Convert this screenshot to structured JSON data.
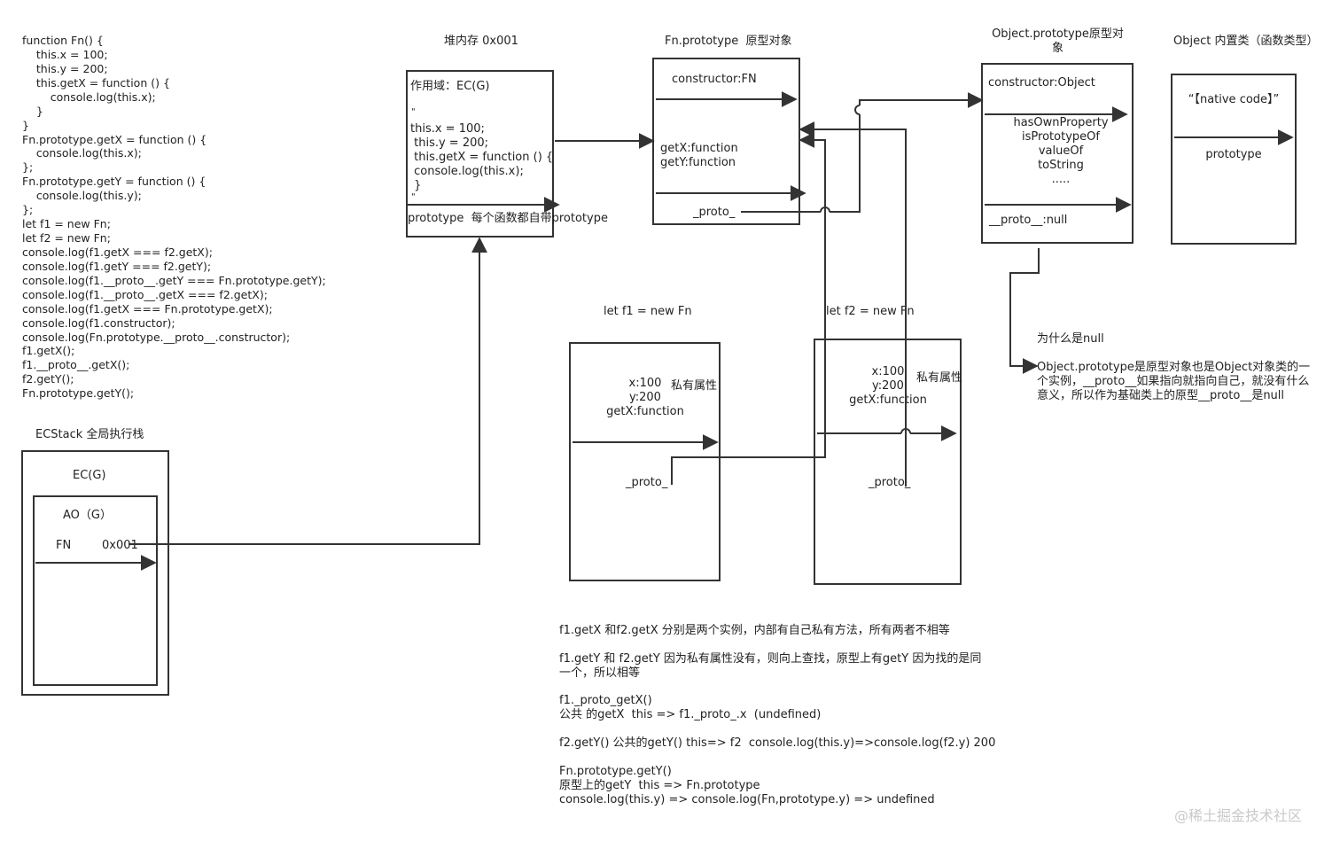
{
  "code_block": {
    "lines": [
      "function Fn() {",
      "    this.x = 100;",
      "    this.y = 200;",
      "    this.getX = function () {",
      "        console.log(this.x);",
      "    }",
      "}",
      "Fn.prototype.getX = function () {",
      "    console.log(this.x);",
      "};",
      "Fn.prototype.getY = function () {",
      "    console.log(this.y);",
      "};",
      "let f1 = new Fn;",
      "let f2 = new Fn;",
      "console.log(f1.getX === f2.getX);",
      "console.log(f1.getY === f2.getY);",
      "console.log(f1.__proto__.getY === Fn.prototype.getY);",
      "console.log(f1.__proto__.getX === f2.getX);",
      "console.log(f1.getX === Fn.prototype.getX);",
      "console.log(f1.constructor);",
      "console.log(Fn.prototype.__proto__.constructor);",
      "f1.getX();",
      "f1.__proto__.getX();",
      "f2.getY();",
      "Fn.prototype.getY();"
    ]
  },
  "ecstack": {
    "title": "ECStack 全局执行栈",
    "ec_label": "EC(G)",
    "ao_label": "AO（G）",
    "fn_name": "FN",
    "fn_addr": "0x001"
  },
  "heap": {
    "title": "堆内存 0x001",
    "scope": "作用域：EC(G)",
    "quote_open": "\"",
    "body": "this.x = 100;\n this.y = 200;\n this.getX = function () {\n console.log(this.x);\n }",
    "quote_close": "\"",
    "prototype_note": "prototype  每个函数都自带prototype"
  },
  "fn_proto": {
    "title": "Fn.prototype  原型对象",
    "constructor": "constructor:FN",
    "methods": "getX:function\ngetY:function",
    "proto": "_proto_"
  },
  "obj_proto": {
    "title": "Object.prototype原型对\n象",
    "constructor": "constructor:Object",
    "methods": "hasOwnProperty\nisPrototypeOf\nvalueOf\ntoString\n.....",
    "proto": "__proto__:null"
  },
  "object_builtin": {
    "title": "Object 内置类（函数类型）",
    "native": "“【native code】”",
    "prototype": "prototype"
  },
  "f1": {
    "title": "let f1 = new Fn",
    "props": "x:100\ny:200\ngetX:function",
    "private_note": "私有属性",
    "proto": "_proto_"
  },
  "f2": {
    "title": "let f2 = new Fn",
    "props": "x:100\ny:200\ngetX:function",
    "private_note": "私有属性",
    "proto": "_proto_"
  },
  "null_note": {
    "question": "为什么是null",
    "answer": "Object.prototype是原型对象也是Object对象类的一\n个实例，__proto__如果指向就指向自己，就没有什么\n意义，所以作为基础类上的原型__proto__是null"
  },
  "explanations": {
    "p1": "f1.getX 和f2.getX 分别是两个实例，内部有自己私有方法，所有两者不相等",
    "p2": "f1.getY 和 f2.getY 因为私有属性没有，则向上查找，原型上有getY 因为找的是同\n一个，所以相等",
    "p3": "f1._proto_getX()\n公共 的getX  this => f1._proto_.x  (undefined)",
    "p4": "f2.getY() 公共的getY() this=> f2  console.log(this.y)=>console.log(f2.y) 200",
    "p5": "Fn.prototype.getY()\n原型上的getY  this => Fn.prototype\nconsole.log(this.y) => console.log(Fn,prototype.y) => undefined"
  },
  "watermark": "@稀土掘金技术社区",
  "colors": {
    "line": "#333333",
    "text": "#222222",
    "watermark": "#c9c9c9"
  }
}
